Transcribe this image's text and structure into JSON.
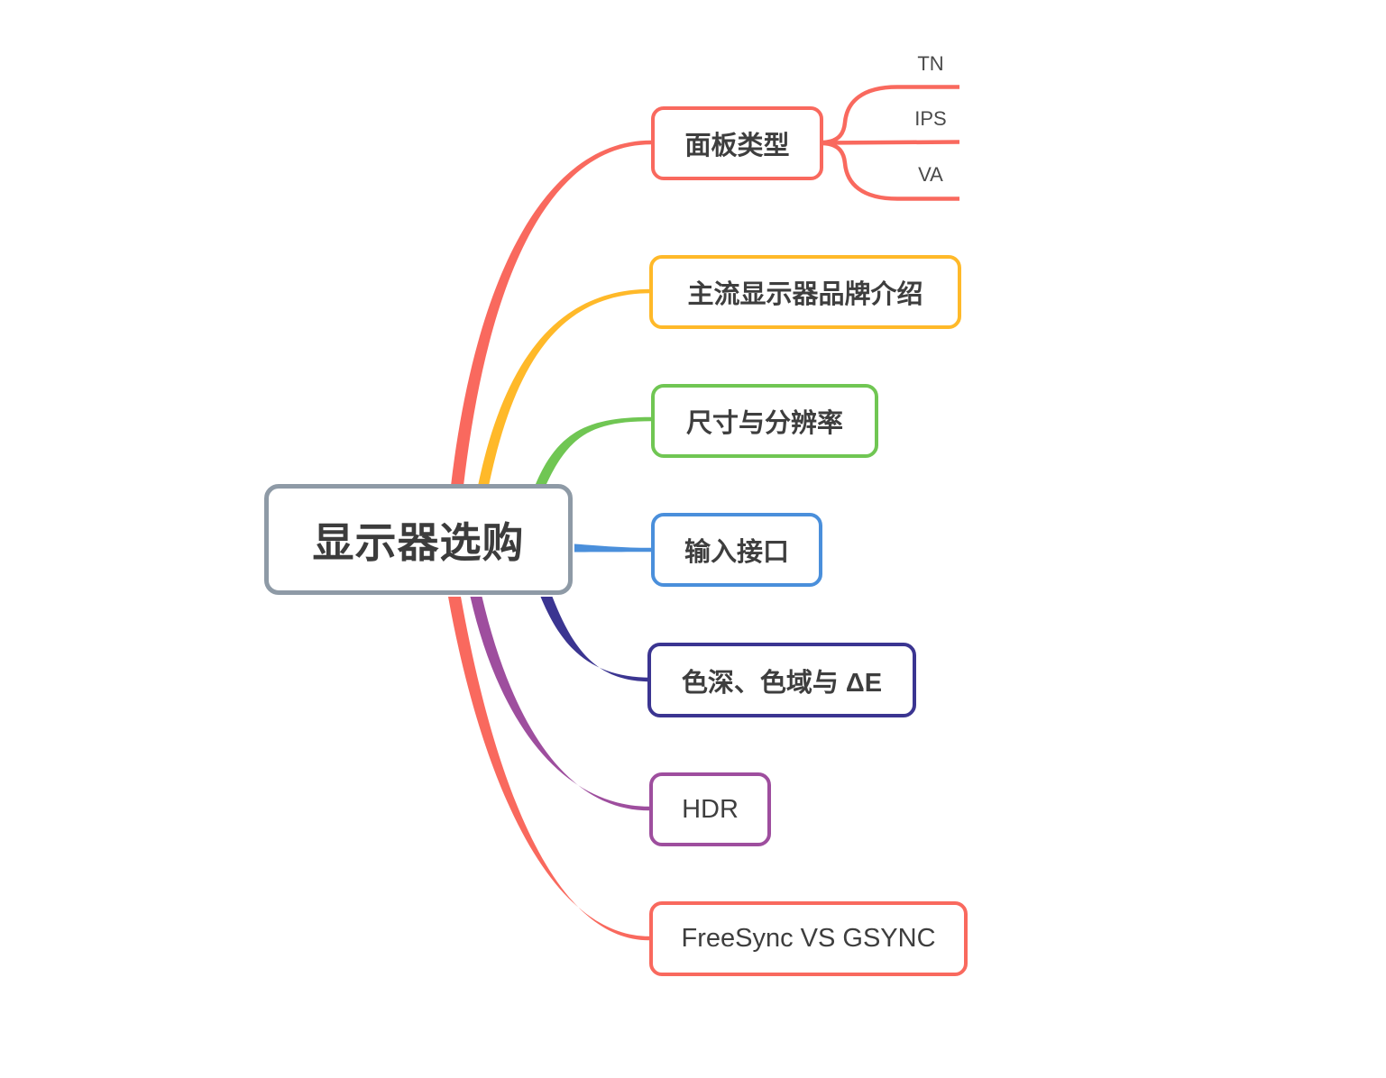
{
  "root": {
    "label": "显示器选购",
    "border_color": "#8E9AA6",
    "text_color": "#3C3C3C"
  },
  "branches": [
    {
      "label": "面板类型",
      "color": "#F9695E",
      "children": [
        {
          "label": "TN"
        },
        {
          "label": "IPS"
        },
        {
          "label": "VA"
        }
      ]
    },
    {
      "label": "主流显示器品牌介绍",
      "color": "#FFB929"
    },
    {
      "label": "尺寸与分辨率",
      "color": "#70C653"
    },
    {
      "label": "输入接口",
      "color": "#4A8FDB"
    },
    {
      "label": "色深、色域与 ΔE",
      "color": "#3B3591"
    },
    {
      "label": "HDR",
      "color": "#9E4E9E"
    },
    {
      "label": "FreeSync VS GSYNC",
      "color": "#F9695E"
    }
  ],
  "background_color": "#FFFFFF"
}
